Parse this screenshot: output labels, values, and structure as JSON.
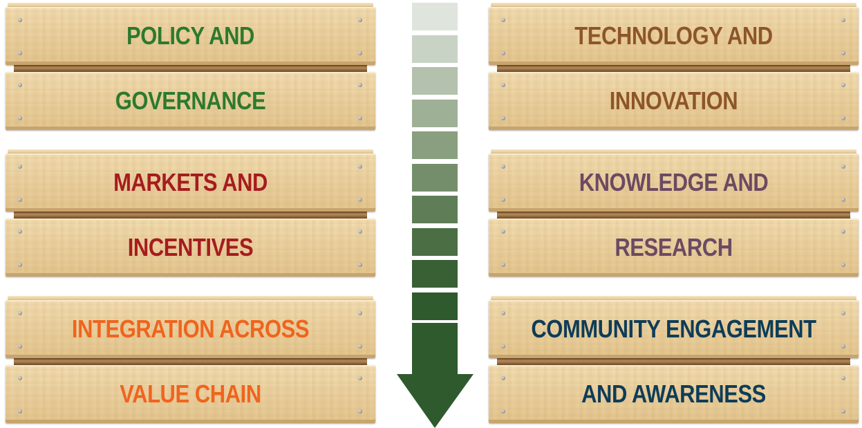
{
  "crates": [
    {
      "line1": "POLICY AND",
      "line2": "GOVERNANCE",
      "color": "#2c7a2e"
    },
    {
      "line1": "TECHNOLOGY AND",
      "line2": "INNOVATION",
      "color": "#8d552a"
    },
    {
      "line1": "MARKETS AND",
      "line2": "INCENTIVES",
      "color": "#a51c1f"
    },
    {
      "line1": "KNOWLEDGE AND",
      "line2": "RESEARCH",
      "color": "#6b4a62"
    },
    {
      "line1": "INTEGRATION ACROSS",
      "line2": "VALUE CHAIN",
      "color": "#f0641e"
    },
    {
      "line1": "COMMUNITY ENGAGEMENT",
      "line2": "AND AWARENESS",
      "color": "#0e3c58"
    }
  ],
  "arrow": {
    "colors": [
      "#dfe4dd",
      "#c9d3c5",
      "#b3c1ad",
      "#9eb096",
      "#899f80",
      "#748e6b",
      "#5f7e57",
      "#4b6e44",
      "#395f34",
      "#2f5a2d"
    ],
    "head_color": "#2f5a2d"
  }
}
